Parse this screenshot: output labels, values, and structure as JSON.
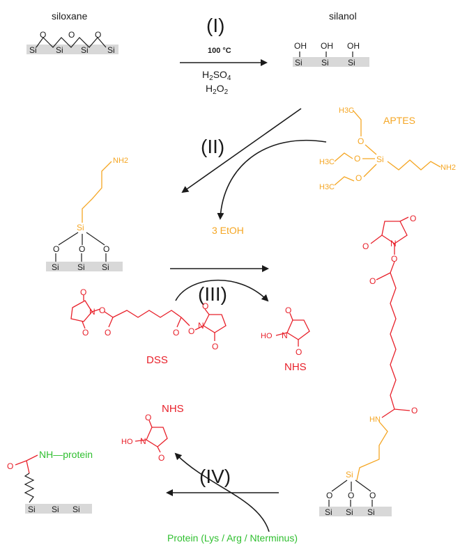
{
  "labels": {
    "siloxane": "siloxane",
    "silanol": "silanol",
    "step1": "(I)",
    "step2": "(II)",
    "step3": "(III)",
    "step4": "(IV)",
    "temp": "100 °C",
    "h2so4": "H2SO4",
    "h2o2": "H2O2",
    "aptes": "APTES",
    "etoh": "3 EtOH",
    "dss": "DSS",
    "nhs_right": "NHS",
    "nhs_left": "NHS",
    "protein_source": "Protein (Lys / Arg / Nterminus)",
    "nh_protein": "NH—protein"
  },
  "atoms": {
    "si": "Si",
    "o": "O",
    "oh": "OH",
    "n": "N",
    "nh2": "NH2",
    "hn": "HN",
    "ho": "HO",
    "ch3": "H3C"
  },
  "colors": {
    "black": "#1a1a1a",
    "orange": "#f5a623",
    "red": "#e8202a",
    "green": "#2fbf2f",
    "surface": "#d8d8d8"
  }
}
